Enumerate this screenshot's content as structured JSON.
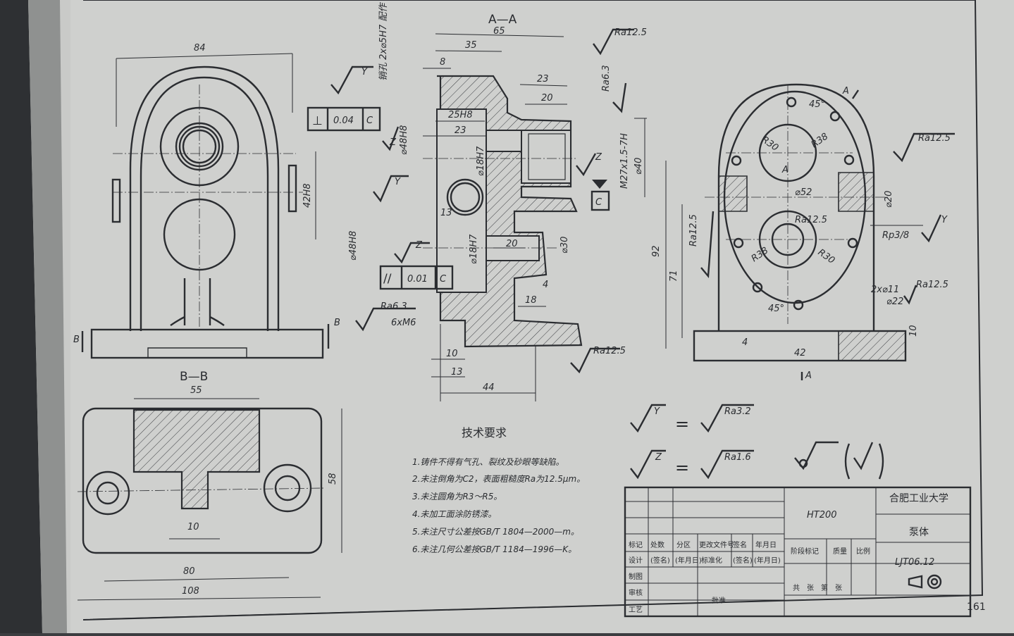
{
  "section_titles": {
    "aa": "A—A",
    "bb": "B—B"
  },
  "view_labels": {
    "b_left": "B",
    "b_right": "B",
    "a_top": "A",
    "a_bottom": "A",
    "a_center": "A"
  },
  "dims_front": {
    "width_84": "84",
    "h_42H8": "42H8"
  },
  "dims_section_aa": {
    "d65": "65",
    "d35": "35",
    "d8": "8",
    "d23a": "23",
    "d20a": "20",
    "d25H8": "25H8",
    "d23b": "23",
    "d13a": "13",
    "d18H7a": "⌀18H7",
    "d18H7b": "⌀18H7",
    "d48H8a": "⌀48H8",
    "d48H8b": "⌀48H8",
    "d40": "⌀40",
    "m27": "M27x1.5-7H",
    "d30": "⌀30",
    "d20b": "20",
    "d4": "4",
    "d18": "18",
    "d10": "10",
    "d13b": "13",
    "d44": "44",
    "pin_note": "销孔 2x⌀5H7 配作",
    "m6": "6xM6",
    "ra_12_5_top": "Ra12.5",
    "ra_6_3_top": "Ra6.3",
    "ra_6_3_left": "Ra6.3",
    "ra_12_5_bottom": "Ra12.5",
    "tol_perp": {
      "symbol": "⊥",
      "value": "0.04",
      "datum": "C"
    },
    "tol_par": {
      "symbol": "//",
      "value": "0.01",
      "datum": "C"
    },
    "datum_c": "C",
    "sym_y": "Y",
    "sym_z": "Z",
    "sym_y2": "Y",
    "sym_z2": "Z",
    "sym_z3": "Z"
  },
  "dims_side": {
    "d45a": "45°",
    "d45b": "45°",
    "r30a": "R30",
    "r38a": "R38",
    "r38b": "R38",
    "r30b": "R30",
    "d52": "⌀52",
    "ra12_5_in": "Ra12.5",
    "d20": "⌀20",
    "rp": "Rp3/8",
    "ra12_5_r": "Ra12.5",
    "d92": "92",
    "d71": "71",
    "ra12_5_v": "Ra12.5",
    "d4": "4",
    "d42": "42",
    "d10": "10",
    "holes": "2x⌀11",
    "cbore": "⌀22",
    "ra12_5_h": "Ra12.5",
    "sym_y": "Y"
  },
  "dims_bb": {
    "d55": "55",
    "d58": "58",
    "d10": "10",
    "d80": "80",
    "d108": "108"
  },
  "tech_requirements": {
    "title": "技术要求",
    "items": [
      "1.铸件不得有气孔、裂纹及砂眼等缺陷。",
      "2.未注倒角为C2，表面粗糙度Ra为12.5μm。",
      "3.未注圆角为R3～R5。",
      "4.未加工面涂防锈漆。",
      "5.未注尺寸公差按GB/T 1804—2000—m。",
      "6.未注几何公差按GB/T 1184—1996—K。"
    ]
  },
  "roughness_legend": {
    "y": "Y",
    "y_val": "Ra3.2",
    "z": "Z",
    "z_val": "Ra1.6",
    "eq": "="
  },
  "title_block": {
    "material": "HT200",
    "school": "合肥工业大学",
    "part_name": "泵体",
    "drawing_no": "LJT06.12",
    "row1": [
      "标记",
      "处数",
      "分区",
      "更改文件号",
      "签名",
      "年月日"
    ],
    "row2": [
      "设计",
      "(签名)",
      "(年月日)",
      "标准化",
      "(签名)",
      "(年月日)"
    ],
    "row_labels": [
      "制图",
      "审核",
      "工艺"
    ],
    "approve": "批准",
    "stage": "阶段标记",
    "mass": "质量",
    "scale": "比例",
    "sheets": "共　张　第　张"
  },
  "page_number": "161"
}
